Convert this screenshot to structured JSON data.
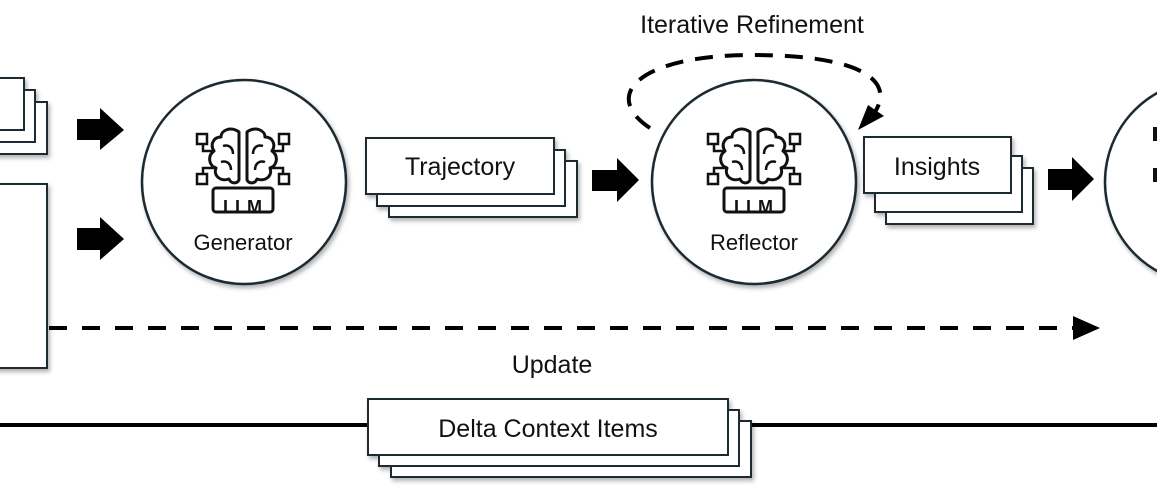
{
  "diagram": {
    "nodes": {
      "generator": {
        "label": "Generator",
        "badge": "LLM",
        "icon": "brain-circuit-icon"
      },
      "reflector": {
        "label": "Reflector",
        "badge": "LLM",
        "icon": "brain-circuit-icon"
      }
    },
    "artifacts": {
      "trajectory": "Trajectory",
      "insights": "Insights",
      "delta": "Delta Context Items"
    },
    "annotations": {
      "loop": "Iterative Refinement",
      "update": "Update"
    },
    "colors": {
      "stroke": "#1e2a33",
      "arrow": "#000000",
      "background": "#ffffff"
    }
  }
}
